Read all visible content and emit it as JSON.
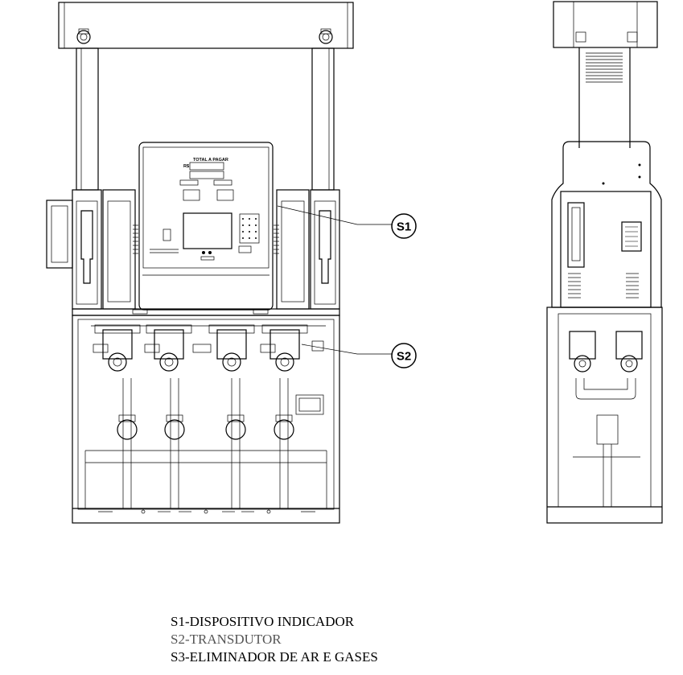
{
  "display_panel": {
    "total_label": "TOTAL A PAGAR",
    "currency_label": "R$"
  },
  "callouts": [
    {
      "id": "s1",
      "label": "S1"
    },
    {
      "id": "s2",
      "label": "S2"
    }
  ],
  "legend": [
    "S1-DISPOSITIVO INDICADOR",
    "S2-TRANSDUTOR",
    "S3-ELIMINADOR DE AR E GASES"
  ]
}
